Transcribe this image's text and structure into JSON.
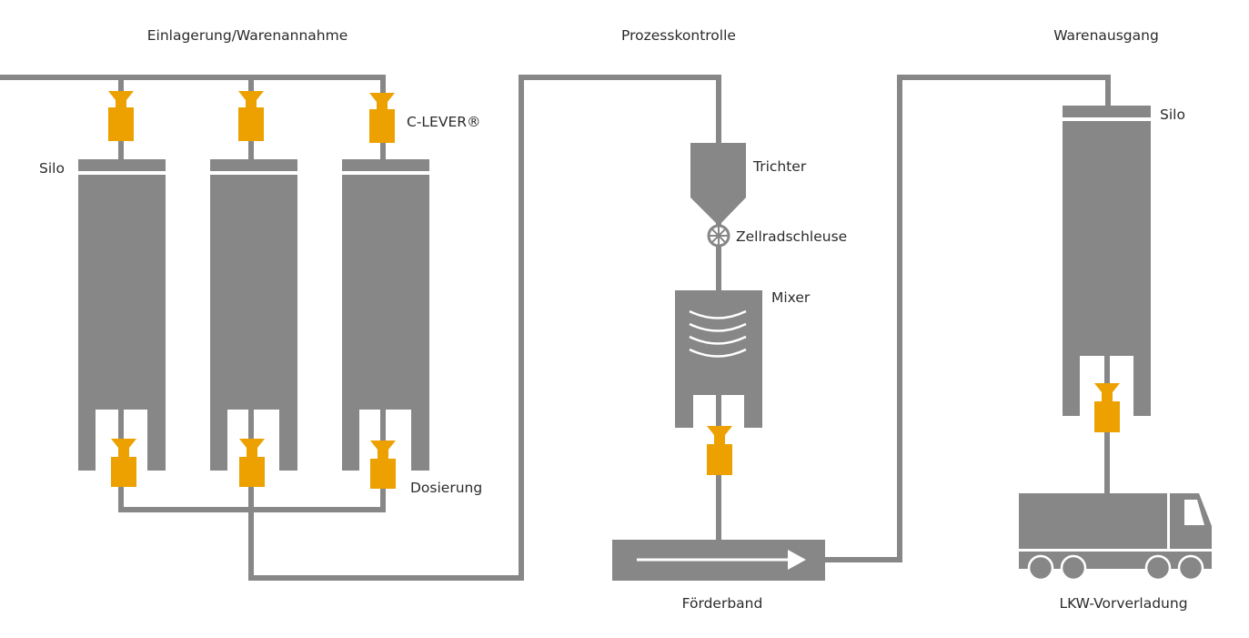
{
  "sections": {
    "intake": "Einlagerung/Warenannahme",
    "process": "Prozesskontrolle",
    "output": "Warenausgang"
  },
  "labels": {
    "silo_left": "Silo",
    "c_lever": "C-LEVER®",
    "dosing": "Dosierung",
    "hopper": "Trichter",
    "rotary_valve": "Zellradschleuse",
    "mixer": "Mixer",
    "conveyor": "Förderband",
    "silo_right": "Silo",
    "truck": "LKW-Vorverladung"
  },
  "colors": {
    "equipment": "#878787",
    "valve": "#eca100",
    "text": "#2b2b2b"
  }
}
